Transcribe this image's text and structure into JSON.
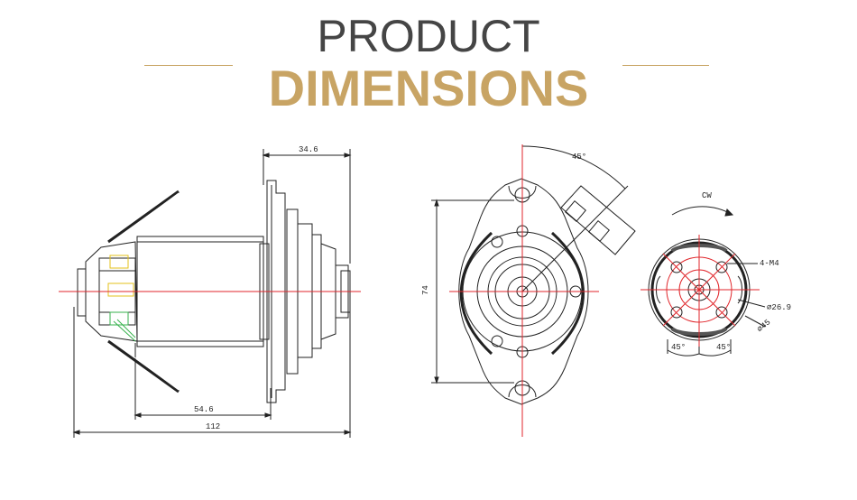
{
  "header": {
    "line1": "PRODUCT",
    "line2": "DIMENSIONS"
  },
  "colors": {
    "accent": "#c8a464",
    "heading": "#454545",
    "centerline": "#e0262b",
    "stroke": "#222222",
    "wire_green": "#37b24d",
    "terminal_yellow": "#e3c21b"
  },
  "side_view": {
    "dim_top": "34.6",
    "dim_mid": "54.6",
    "dim_overall": "112"
  },
  "front_view": {
    "angle": "45°",
    "height": "74"
  },
  "rear_view": {
    "rotation": "CW",
    "holes": "4-M4",
    "diameter_small": "⌀26.9",
    "diameter_large": "⌀45",
    "angle_left": "45°",
    "angle_right": "45°"
  }
}
